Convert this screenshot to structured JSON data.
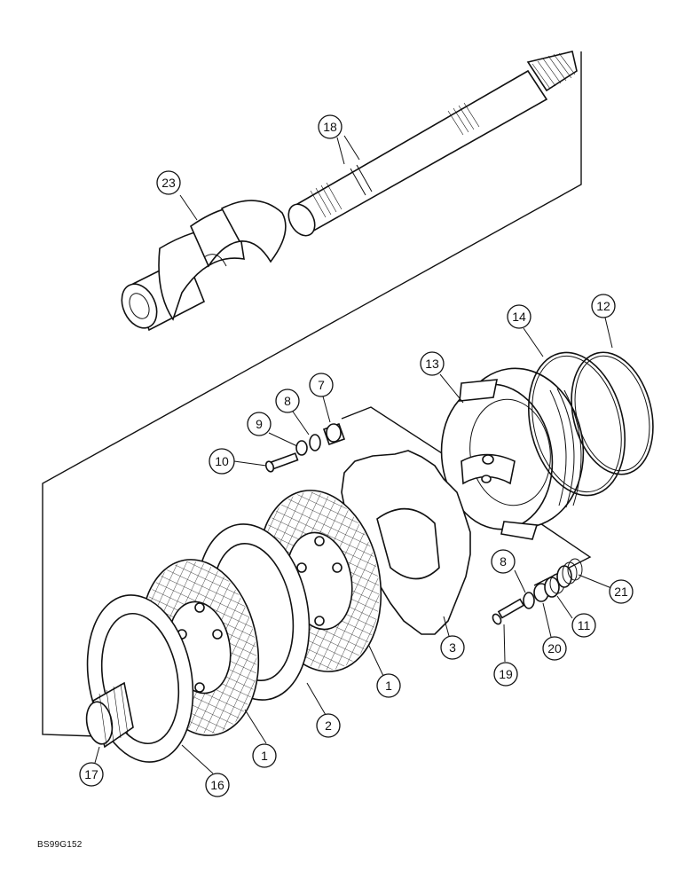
{
  "diagram": {
    "drawing_code": "BS99G152",
    "callouts": [
      {
        "id": "c23",
        "label": "23"
      },
      {
        "id": "c18",
        "label": "18"
      },
      {
        "id": "c14",
        "label": "14"
      },
      {
        "id": "c12",
        "label": "12"
      },
      {
        "id": "c13",
        "label": "13"
      },
      {
        "id": "c7",
        "label": "7"
      },
      {
        "id": "c8a",
        "label": "8"
      },
      {
        "id": "c9",
        "label": "9"
      },
      {
        "id": "c10",
        "label": "10"
      },
      {
        "id": "c8b",
        "label": "8"
      },
      {
        "id": "c21",
        "label": "21"
      },
      {
        "id": "c11",
        "label": "11"
      },
      {
        "id": "c20",
        "label": "20"
      },
      {
        "id": "c19",
        "label": "19"
      },
      {
        "id": "c3",
        "label": "3"
      },
      {
        "id": "c1a",
        "label": "1"
      },
      {
        "id": "c2",
        "label": "2"
      },
      {
        "id": "c1b",
        "label": "1"
      },
      {
        "id": "c16",
        "label": "16"
      },
      {
        "id": "c17",
        "label": "17"
      }
    ]
  }
}
